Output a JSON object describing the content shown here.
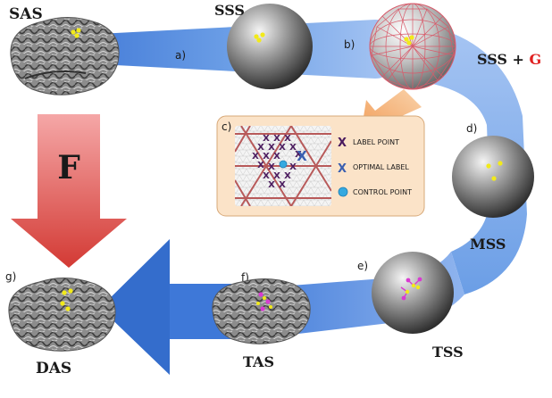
{
  "labels": {
    "sas": "SAS",
    "sss": "SSS",
    "sss_g_prefix": "SSS + ",
    "sss_g_suffix": "G",
    "mss": "MSS",
    "tss": "TSS",
    "tas": "TAS",
    "das": "DAS",
    "f": "F"
  },
  "steps": {
    "a": "a)",
    "b": "b)",
    "c": "c)",
    "d": "d)",
    "e": "e)",
    "f": "f)",
    "g": "g)"
  },
  "legend": {
    "label_point": "LABEL POINT",
    "optimal_label": "OPTIMAL LABEL",
    "control_point": "CONTROL POINT",
    "x_glyph": "X"
  },
  "colors": {
    "ribbon": "#5b8fe0",
    "ribbon_light": "#a9c7f2",
    "arrow_f": "#d9403a",
    "g_red": "#e02020",
    "inset_bg": "#fbe3c8",
    "inset_border": "#d7a878",
    "label_point": "#4a1a5e",
    "optimal_label": "#3a5fb0",
    "control_point": "#35a9e0",
    "yellow_point": "#f2ea1a",
    "magenta_point": "#d93ad1",
    "mesh_line": "#d85a6a",
    "grid_line": "#b85a5a"
  }
}
